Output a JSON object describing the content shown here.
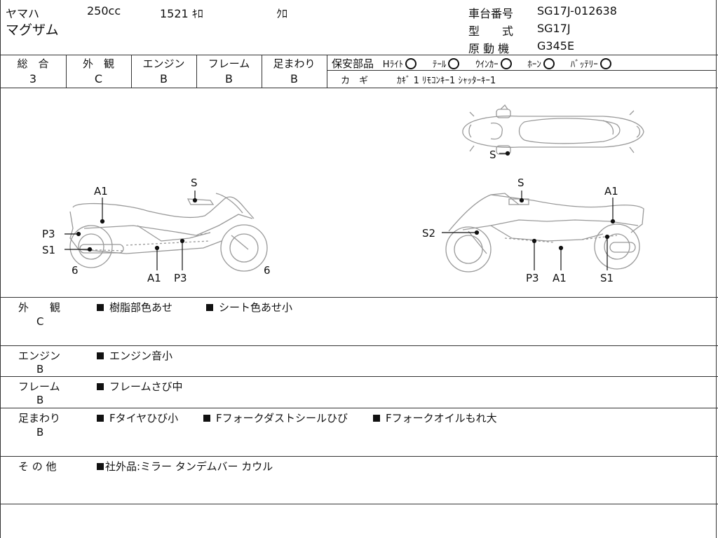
{
  "header": {
    "maker": "ヤマハ",
    "displacement": "250cc",
    "mileage": "1521 ｷﾛ",
    "color": "ｸﾛ",
    "model": "マグザム",
    "frame_no_label": "車台番号",
    "frame_no": "SG17J-012638",
    "type_label": "型　　式",
    "type": "SG17J",
    "engine_label": "原 動 機",
    "engine": "G345E"
  },
  "grades": [
    {
      "label": "総　合",
      "value": "3"
    },
    {
      "label": "外　観",
      "value": "C"
    },
    {
      "label": "エンジン",
      "value": "B"
    },
    {
      "label": "フレーム",
      "value": "B"
    },
    {
      "label": "足まわり",
      "value": "B"
    }
  ],
  "safety": {
    "label": "保安部品",
    "items": [
      "Hﾗｲﾄ",
      "ﾃｰﾙ",
      "ｳｲﾝｶｰ",
      "ﾎｰﾝ",
      "ﾊﾞｯﾃﾘｰ"
    ],
    "key_label": "カ　ギ",
    "key_info": "ｶｷﾞ 1  ﾘﾓｺﾝｷｰ1  ｼｬｯﾀｰｷｰ1"
  },
  "diagram": {
    "top_labels": {
      "s": "S"
    },
    "left_labels": {
      "a1_top": "A1",
      "s_top": "S",
      "p3_side": "P3",
      "s1_side": "S1",
      "six_left": "6",
      "a1_bottom": "A1",
      "p3_bottom": "P3",
      "six_right": "6"
    },
    "right_labels": {
      "s_top": "S",
      "a1_top": "A1",
      "s2_side": "S2",
      "p3_bottom": "P3",
      "a1_bottom": "A1",
      "s1_bottom": "S1"
    }
  },
  "sections": [
    {
      "label": "外　　観",
      "grade": "C",
      "items": [
        "樹脂部色あせ",
        "シート色あせ小"
      ]
    },
    {
      "label": "エンジン",
      "grade": "B",
      "items": [
        "エンジン音小"
      ]
    },
    {
      "label": "フレーム",
      "grade": "B",
      "items": [
        "フレームさび中"
      ]
    },
    {
      "label": "足まわり",
      "grade": "B",
      "items": [
        "Fタイヤひび小",
        "Fフォークダストシールひび",
        "Fフォークオイルもれ大"
      ]
    },
    {
      "label": "そ の 他",
      "grade": "",
      "items": [
        "社外品:ミラー タンデムバー カウル"
      ]
    }
  ]
}
